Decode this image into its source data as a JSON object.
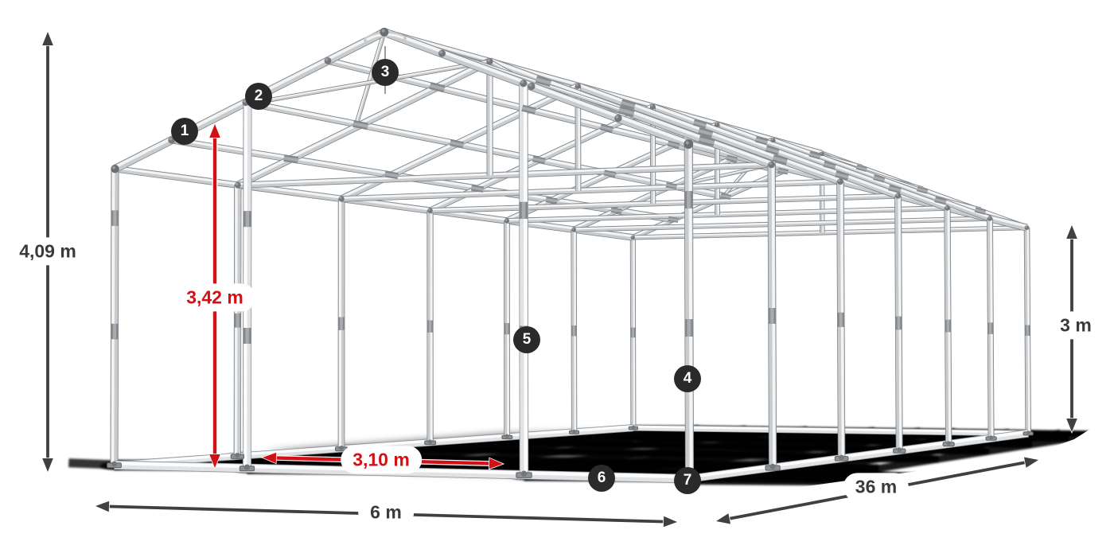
{
  "figure": {
    "type": "3d-wireframe-product-diagram",
    "subject": "storage tent / marquee steel frame skeleton with dimension annotations",
    "background": "#ffffff"
  },
  "dimensions": {
    "total_height": {
      "value": "4,09 m",
      "color": "#3a3a3a",
      "orientation": "vertical",
      "side": "left"
    },
    "clearance_height": {
      "value": "3,42 m",
      "color": "#d11116",
      "orientation": "vertical",
      "side": "front-entrance"
    },
    "entrance_width": {
      "value": "3,10 m",
      "color": "#d11116",
      "orientation": "horizontal",
      "side": "front-entrance"
    },
    "width": {
      "value": "6 m",
      "color": "#3a3a3a",
      "orientation": "horizontal",
      "side": "front"
    },
    "length": {
      "value": "36 m",
      "color": "#3a3a3a",
      "orientation": "diagonal",
      "side": "right"
    },
    "side_height": {
      "value": "3 m",
      "color": "#3a3a3a",
      "orientation": "vertical",
      "side": "right"
    }
  },
  "markers": [
    {
      "label": "1",
      "attached_to": "front left roof rafter (lower section)"
    },
    {
      "label": "2",
      "attached_to": "front left roof rafter (upper section)"
    },
    {
      "label": "3",
      "attached_to": "ridge apex of front gable"
    },
    {
      "label": "4",
      "attached_to": "front right corner post"
    },
    {
      "label": "5",
      "attached_to": "right entrance door post"
    },
    {
      "label": "6",
      "attached_to": "front ground rail"
    },
    {
      "label": "7",
      "attached_to": "front right ground corner joint"
    }
  ],
  "colors": {
    "frame_tube": "#c9ccce",
    "frame_highlight": "#f3f4f5",
    "frame_joint": "#5e6165",
    "shadow": "#000000",
    "marker_bg": "#2a2a2a",
    "marker_text": "#ffffff",
    "dim_dark": "#3e4042",
    "dim_red": "#d11116",
    "pill_bg": "#ffffff"
  }
}
